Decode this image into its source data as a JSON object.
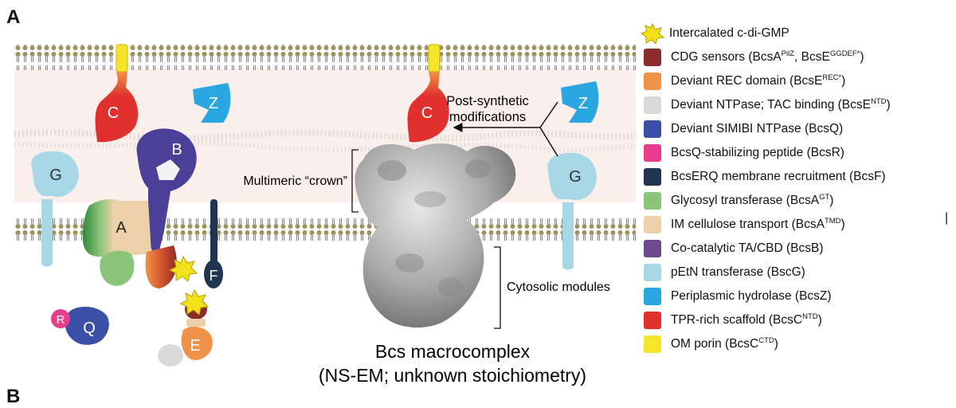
{
  "panel_labels": {
    "a": "A",
    "b": "B"
  },
  "subunit_letters": {
    "c": "C",
    "z": "Z",
    "b": "B",
    "g": "G",
    "a": "A",
    "f": "F",
    "r": "R",
    "q": "Q",
    "e": "E"
  },
  "annotations": {
    "post_synthetic_line1": "Post-synthetic",
    "post_synthetic_line2": "modifications",
    "crown": "Multimeric “crown”",
    "cytosolic": "Cytosolic modules",
    "complex_title": "Bcs macrocomplex",
    "complex_subtitle": "(NS-EM; unknown stoichiometry)"
  },
  "legend": {
    "cdigmp": {
      "text": "Intercalated c-di-GMP",
      "icon": "star-icon",
      "color": "#f2e01a"
    },
    "items": [
      {
        "base": "CDG sensors (BcsA",
        "sup1": "PilZ",
        "mid": ", BcsE",
        "sup2": "GGDEF*",
        "tail": ")",
        "color": "#8c2b2b"
      },
      {
        "base": "Deviant REC domain (BcsE",
        "sup1": "REC*",
        "tail": ")",
        "color": "#f0934a"
      },
      {
        "base": "Deviant NTPase; TAC binding (BcsE",
        "sup1": "NTD",
        "tail": ")",
        "color": "#d9d9d9"
      },
      {
        "base": "Deviant SIMIBI NTPase (BcsQ)",
        "color": "#3a4fa5"
      },
      {
        "base": "BcsQ-stabilizing peptide (BcsR)",
        "color": "#e83c8c"
      },
      {
        "base": "BcsERQ membrane recruitment (BcsF)",
        "color": "#1f3550"
      },
      {
        "base": "Glycosyl transferase (BcsA",
        "sup1": "GT",
        "tail": ")",
        "color": "#8cc47a"
      },
      {
        "base": "IM cellulose transport (BcsA",
        "sup1": "TMD",
        "tail": ")",
        "color": "#ecd0aa"
      },
      {
        "base": "Co-catalytic TA/CBD (BcsB)",
        "color": "#6b4a8e"
      },
      {
        "base": "pEtN transferase (BscG)",
        "color": "#a8d8e6"
      },
      {
        "base": "Periplasmic hydrolase (BcsZ)",
        "color": "#2aa7e0"
      },
      {
        "base": "TPR-rich scaffold (BcsC",
        "sup1": "NTD",
        "tail": ")",
        "color": "#e0312e"
      },
      {
        "base": "OM porin (BcsC",
        "sup1": "CTD",
        "tail": ")",
        "color": "#f5e52a"
      }
    ]
  },
  "stray_mark": "|"
}
